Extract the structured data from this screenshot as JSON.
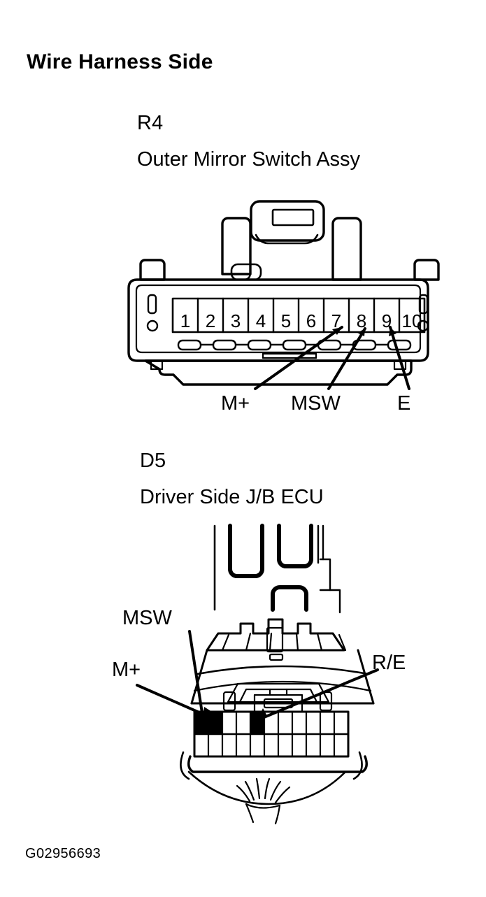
{
  "document": {
    "title": "Wire Harness Side",
    "figure_id": "G02956693",
    "background_color": "#ffffff",
    "line_color": "#000000"
  },
  "connectors": [
    {
      "id": "R4",
      "code": "R4",
      "name": "Outer Mirror Switch Assy",
      "view": "front-face-rectangular",
      "pin_count": 10,
      "pin_numbers": [
        "1",
        "2",
        "3",
        "4",
        "5",
        "6",
        "7",
        "8",
        "9",
        "10"
      ],
      "callouts": [
        {
          "label": "M+",
          "pin": "7"
        },
        {
          "label": "MSW",
          "pin": "8"
        },
        {
          "label": "E",
          "pin": "9"
        }
      ]
    },
    {
      "id": "D5",
      "code": "D5",
      "name": "Driver Side J/B ECU",
      "view": "perspective-three-quarter",
      "terminal_columns": 11,
      "terminal_rows": 2,
      "highlighted_terminals": [
        1,
        2,
        5
      ],
      "callouts": [
        {
          "label": "MSW",
          "terminal": 2
        },
        {
          "label": "M+",
          "terminal": 1
        },
        {
          "label": "R/E",
          "terminal": 5
        }
      ]
    }
  ],
  "labels": {
    "r4_mplus": "M+",
    "r4_msw": "MSW",
    "r4_e": "E",
    "d5_msw": "MSW",
    "d5_mplus": "M+",
    "d5_re": "R/E"
  }
}
